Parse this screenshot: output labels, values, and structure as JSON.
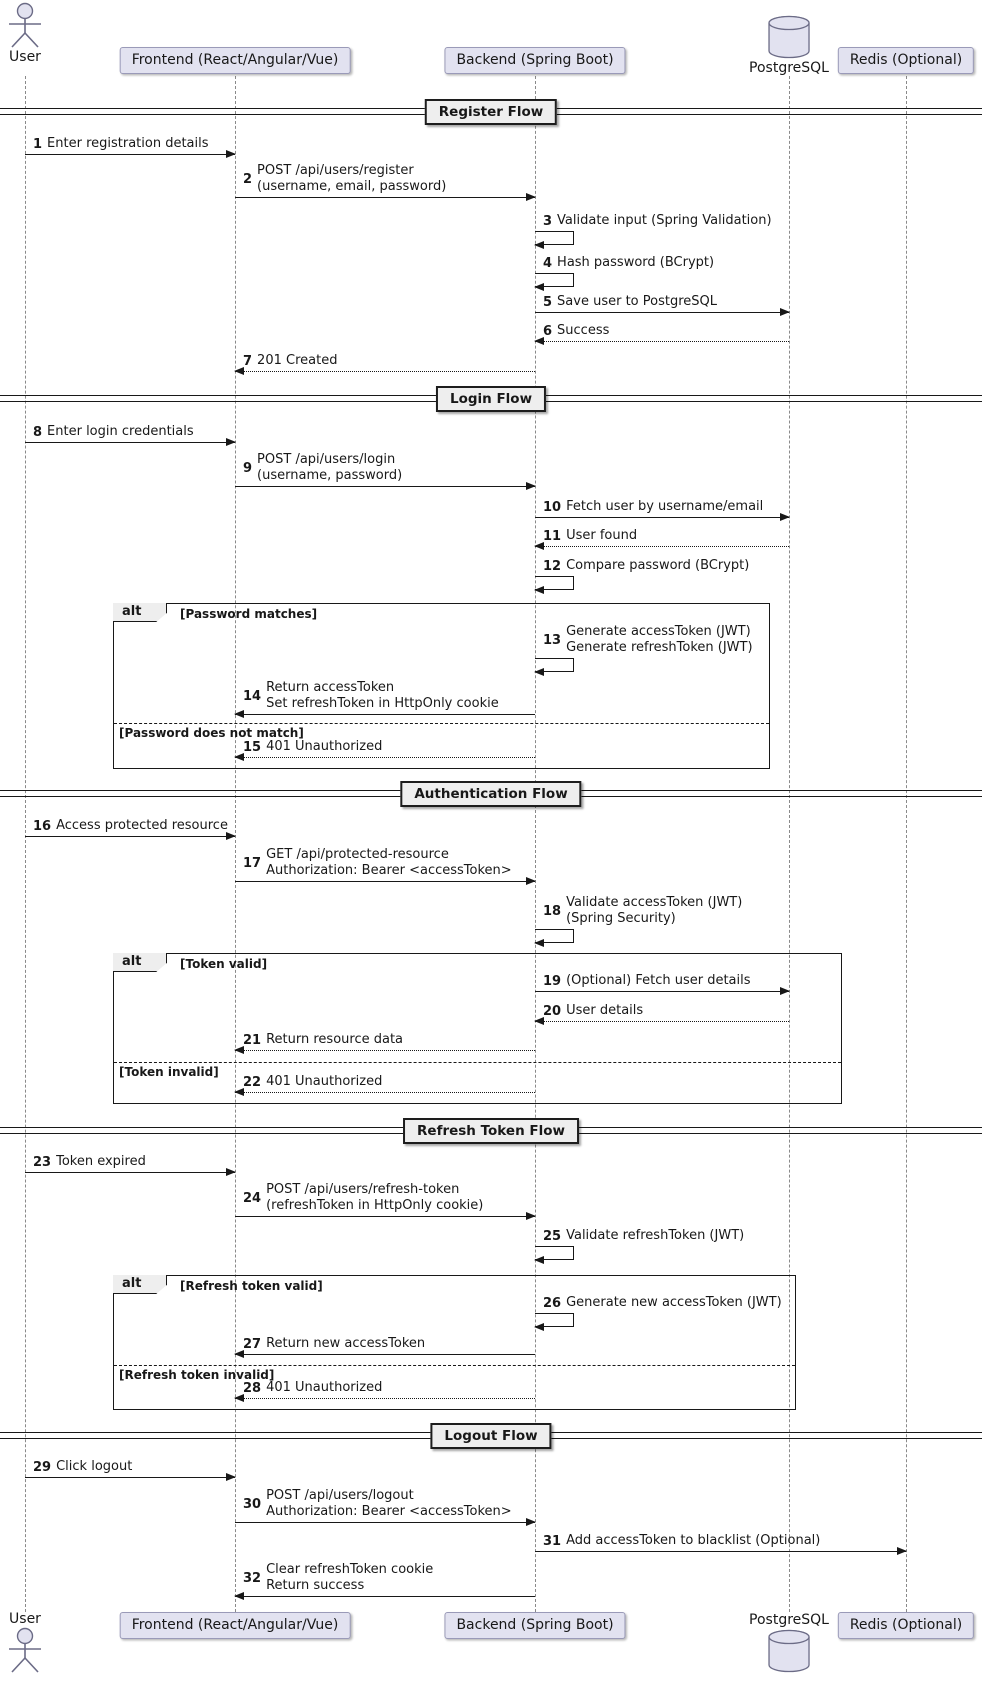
{
  "participants": [
    {
      "id": "user",
      "type": "actor",
      "label": "User"
    },
    {
      "id": "frontend",
      "type": "box",
      "label": "Frontend (React/Angular/Vue)"
    },
    {
      "id": "backend",
      "type": "box",
      "label": "Backend (Spring Boot)"
    },
    {
      "id": "postgres",
      "type": "database",
      "label": "PostgreSQL"
    },
    {
      "id": "redis",
      "type": "box",
      "label": "Redis (Optional)"
    }
  ],
  "dividers": [
    {
      "label": "Register Flow"
    },
    {
      "label": "Login Flow"
    },
    {
      "label": "Authentication Flow"
    },
    {
      "label": "Refresh Token Flow"
    },
    {
      "label": "Logout Flow"
    }
  ],
  "alts": [
    {
      "operator": "alt",
      "guard1": "[Password matches]",
      "guard2": "[Password does not match]"
    },
    {
      "operator": "alt",
      "guard1": "[Token valid]",
      "guard2": "[Token invalid]"
    },
    {
      "operator": "alt",
      "guard1": "[Refresh token valid]",
      "guard2": "[Refresh token invalid]"
    }
  ],
  "messages": [
    {
      "num": "1",
      "text": "Enter registration details"
    },
    {
      "num": "2",
      "text": "POST /api/users/register\n(username, email, password)"
    },
    {
      "num": "3",
      "text": "Validate input (Spring Validation)"
    },
    {
      "num": "4",
      "text": "Hash password (BCrypt)"
    },
    {
      "num": "5",
      "text": "Save user to PostgreSQL"
    },
    {
      "num": "6",
      "text": "Success"
    },
    {
      "num": "7",
      "text": "201 Created"
    },
    {
      "num": "8",
      "text": "Enter login credentials"
    },
    {
      "num": "9",
      "text": "POST /api/users/login\n(username, password)"
    },
    {
      "num": "10",
      "text": "Fetch user by username/email"
    },
    {
      "num": "11",
      "text": "User found"
    },
    {
      "num": "12",
      "text": "Compare password (BCrypt)"
    },
    {
      "num": "13",
      "text": "Generate accessToken (JWT)\nGenerate refreshToken (JWT)"
    },
    {
      "num": "14",
      "text": "Return accessToken\nSet refreshToken in HttpOnly cookie"
    },
    {
      "num": "15",
      "text": "401 Unauthorized"
    },
    {
      "num": "16",
      "text": "Access protected resource"
    },
    {
      "num": "17",
      "text": "GET /api/protected-resource\nAuthorization: Bearer <accessToken>"
    },
    {
      "num": "18",
      "text": "Validate accessToken (JWT)\n(Spring Security)"
    },
    {
      "num": "19",
      "text": "(Optional) Fetch user details"
    },
    {
      "num": "20",
      "text": "User details"
    },
    {
      "num": "21",
      "text": "Return resource data"
    },
    {
      "num": "22",
      "text": "401 Unauthorized"
    },
    {
      "num": "23",
      "text": "Token expired"
    },
    {
      "num": "24",
      "text": "POST /api/users/refresh-token\n(refreshToken in HttpOnly cookie)"
    },
    {
      "num": "25",
      "text": "Validate refreshToken (JWT)"
    },
    {
      "num": "26",
      "text": "Generate new accessToken (JWT)"
    },
    {
      "num": "27",
      "text": "Return new accessToken"
    },
    {
      "num": "28",
      "text": "401 Unauthorized"
    },
    {
      "num": "29",
      "text": "Click logout"
    },
    {
      "num": "30",
      "text": "POST /api/users/logout\nAuthorization: Bearer <accessToken>"
    },
    {
      "num": "31",
      "text": "Add accessToken to blacklist (Optional)"
    },
    {
      "num": "32",
      "text": "Clear refreshToken cookie\nReturn success"
    }
  ],
  "colors": {
    "participant_fill": "#E2E2F0",
    "frame_label_bg": "#EEEEEE",
    "line_color": "#181818",
    "lifeline_color": "#8A8A8A",
    "background": "#FFFFFF"
  }
}
